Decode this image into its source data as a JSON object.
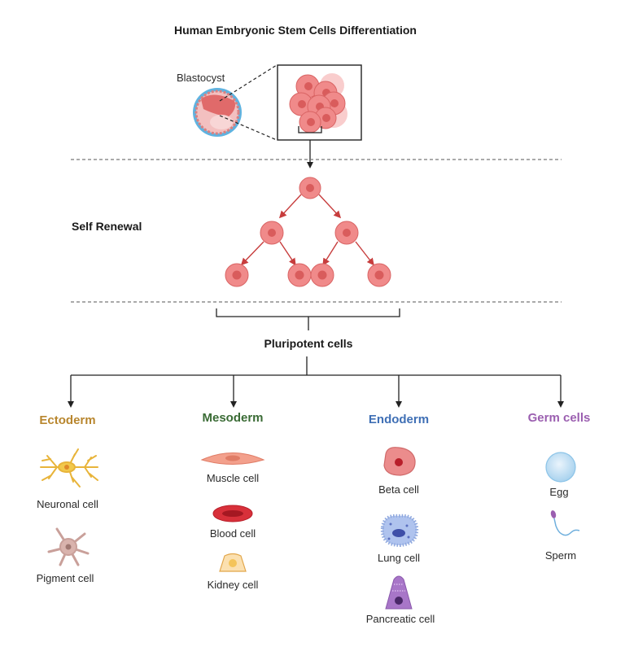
{
  "title": "Human Embryonic Stem Cells Differentiation",
  "blastocyst_label": "Blastocyst",
  "self_renewal_label": "Self Renewal",
  "pluripotent_label": "Pluripotent cells",
  "germ_layers": [
    {
      "name": "Ectoderm",
      "color": "#B8862E",
      "cells": [
        "Neuronal cell",
        "Pigment cell"
      ]
    },
    {
      "name": "Mesoderm",
      "color": "#3A6B35",
      "cells": [
        "Muscle cell",
        "Blood cell",
        "Kidney cell"
      ]
    },
    {
      "name": "Endoderm",
      "color": "#3F6FB5",
      "cells": [
        "Beta cell",
        "Lung cell",
        "Pancreatic cell"
      ]
    },
    {
      "name": "Germ cells",
      "color": "#9B5FB0",
      "cells": [
        "Egg",
        "Sperm"
      ]
    }
  ],
  "colors": {
    "stem_cell_fill": "#F08A8A",
    "stem_cell_nucleus": "#D95C5C",
    "arrow_red": "#C73D3D",
    "divider": "#777777"
  }
}
